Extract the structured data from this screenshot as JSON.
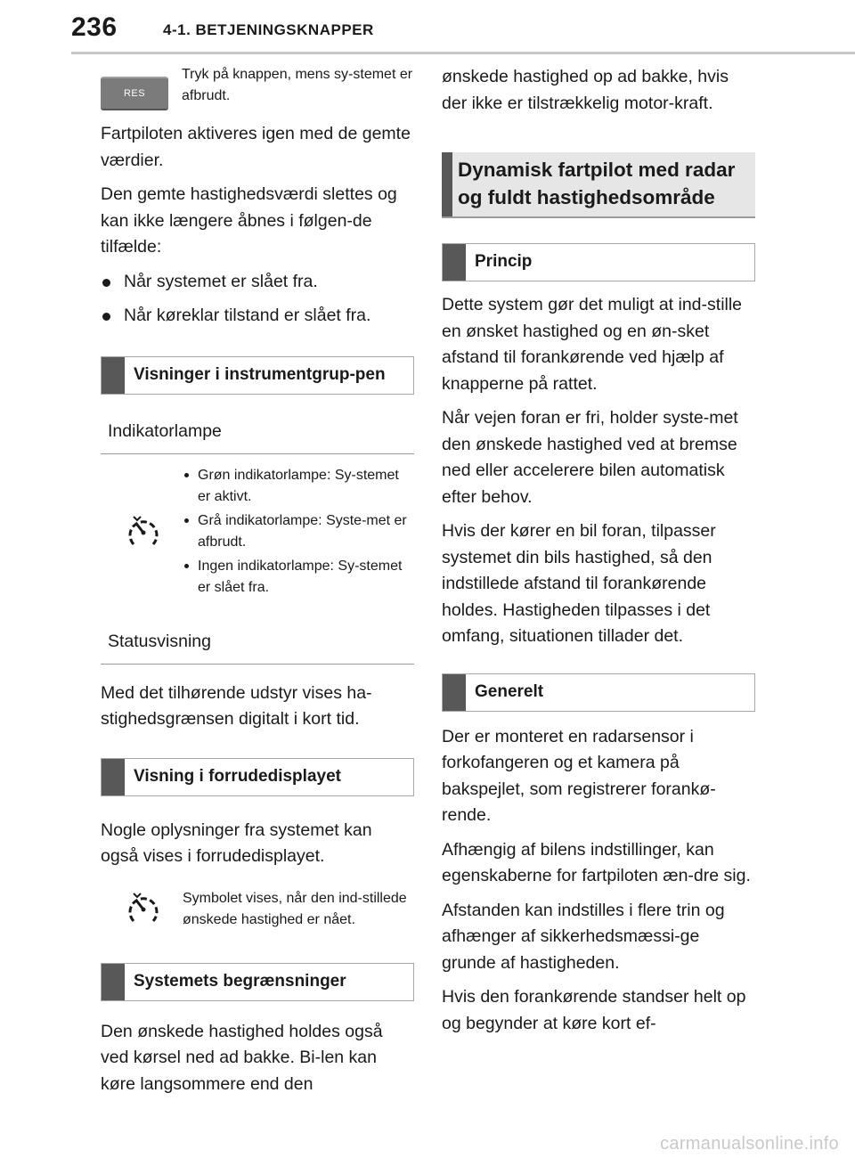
{
  "header": {
    "page_number": "236",
    "section": "4-1. BETJENINGSKNAPPER"
  },
  "left": {
    "res_note": {
      "button_label": "RES",
      "text": "Tryk på knappen, mens sy-stemet er afbrudt."
    },
    "p1": "Fartpiloten aktiveres igen med de gemte værdier.",
    "p2": "Den gemte hastighedsværdi slettes og kan ikke længere åbnes i følgen-de tilfælde:",
    "bullets": [
      "Når systemet er slået fra.",
      "Når køreklar tilstand er slået fra."
    ],
    "heading1": "Visninger i instrumentgrup-pen",
    "minor1": "Indikatorlampe",
    "indicator_items": [
      "Grøn indikatorlampe: Sy-stemet er aktivt.",
      "Grå indikatorlampe: Syste-met er afbrudt.",
      "Ingen indikatorlampe: Sy-stemet er slået fra."
    ],
    "minor2": "Statusvisning",
    "p3": "Med det tilhørende udstyr vises ha-stighedsgrænsen digitalt i kort tid.",
    "heading2": "Visning i forrudedisplayet",
    "p4": "Nogle oplysninger fra systemet kan også vises i forrudedisplayet.",
    "hud_note": "Symbolet vises, når den ind-stillede ønskede hastighed er nået.",
    "heading3": "Systemets begrænsninger",
    "p5": "Den ønskede hastighed holdes også ved kørsel ned ad bakke. Bi-len kan køre langsommere end den"
  },
  "right": {
    "p_cont": "ønskede hastighed op ad bakke, hvis der ikke er tilstrækkelig motor-kraft.",
    "main_heading": "Dynamisk fartpilot med radar og fuldt hastighedsområde",
    "heading_princip": "Princip",
    "princip_paras": [
      "Dette system gør det muligt at ind-stille en ønsket hastighed og en øn-sket afstand til forankørende ved hjælp af knapperne på rattet.",
      "Når vejen foran er fri, holder syste-met den ønskede hastighed ved at bremse ned eller accelerere bilen automatisk efter behov.",
      "Hvis der kører en bil foran, tilpasser systemet din bils hastighed, så den indstillede afstand til forankørende holdes. Hastigheden tilpasses i det omfang, situationen tillader det."
    ],
    "heading_generelt": "Generelt",
    "generelt_paras": [
      "Der er monteret en radarsensor i forkofangeren og et kamera på bakspejlet, som registrerer forankø-rende.",
      "Afhængig af bilens indstillinger, kan egenskaberne for fartpiloten æn-dre sig.",
      "Afstanden kan indstilles i flere trin og afhænger af sikkerhedsmæssi-ge grunde af hastigheden.",
      "Hvis den forankørende standser helt op og begynder at køre kort ef-"
    ]
  },
  "watermark": "carmanualsonline.info",
  "icons": {
    "indicator": "cruise-control-speedometer-icon",
    "hud": "cruise-control-speedometer-icon"
  }
}
